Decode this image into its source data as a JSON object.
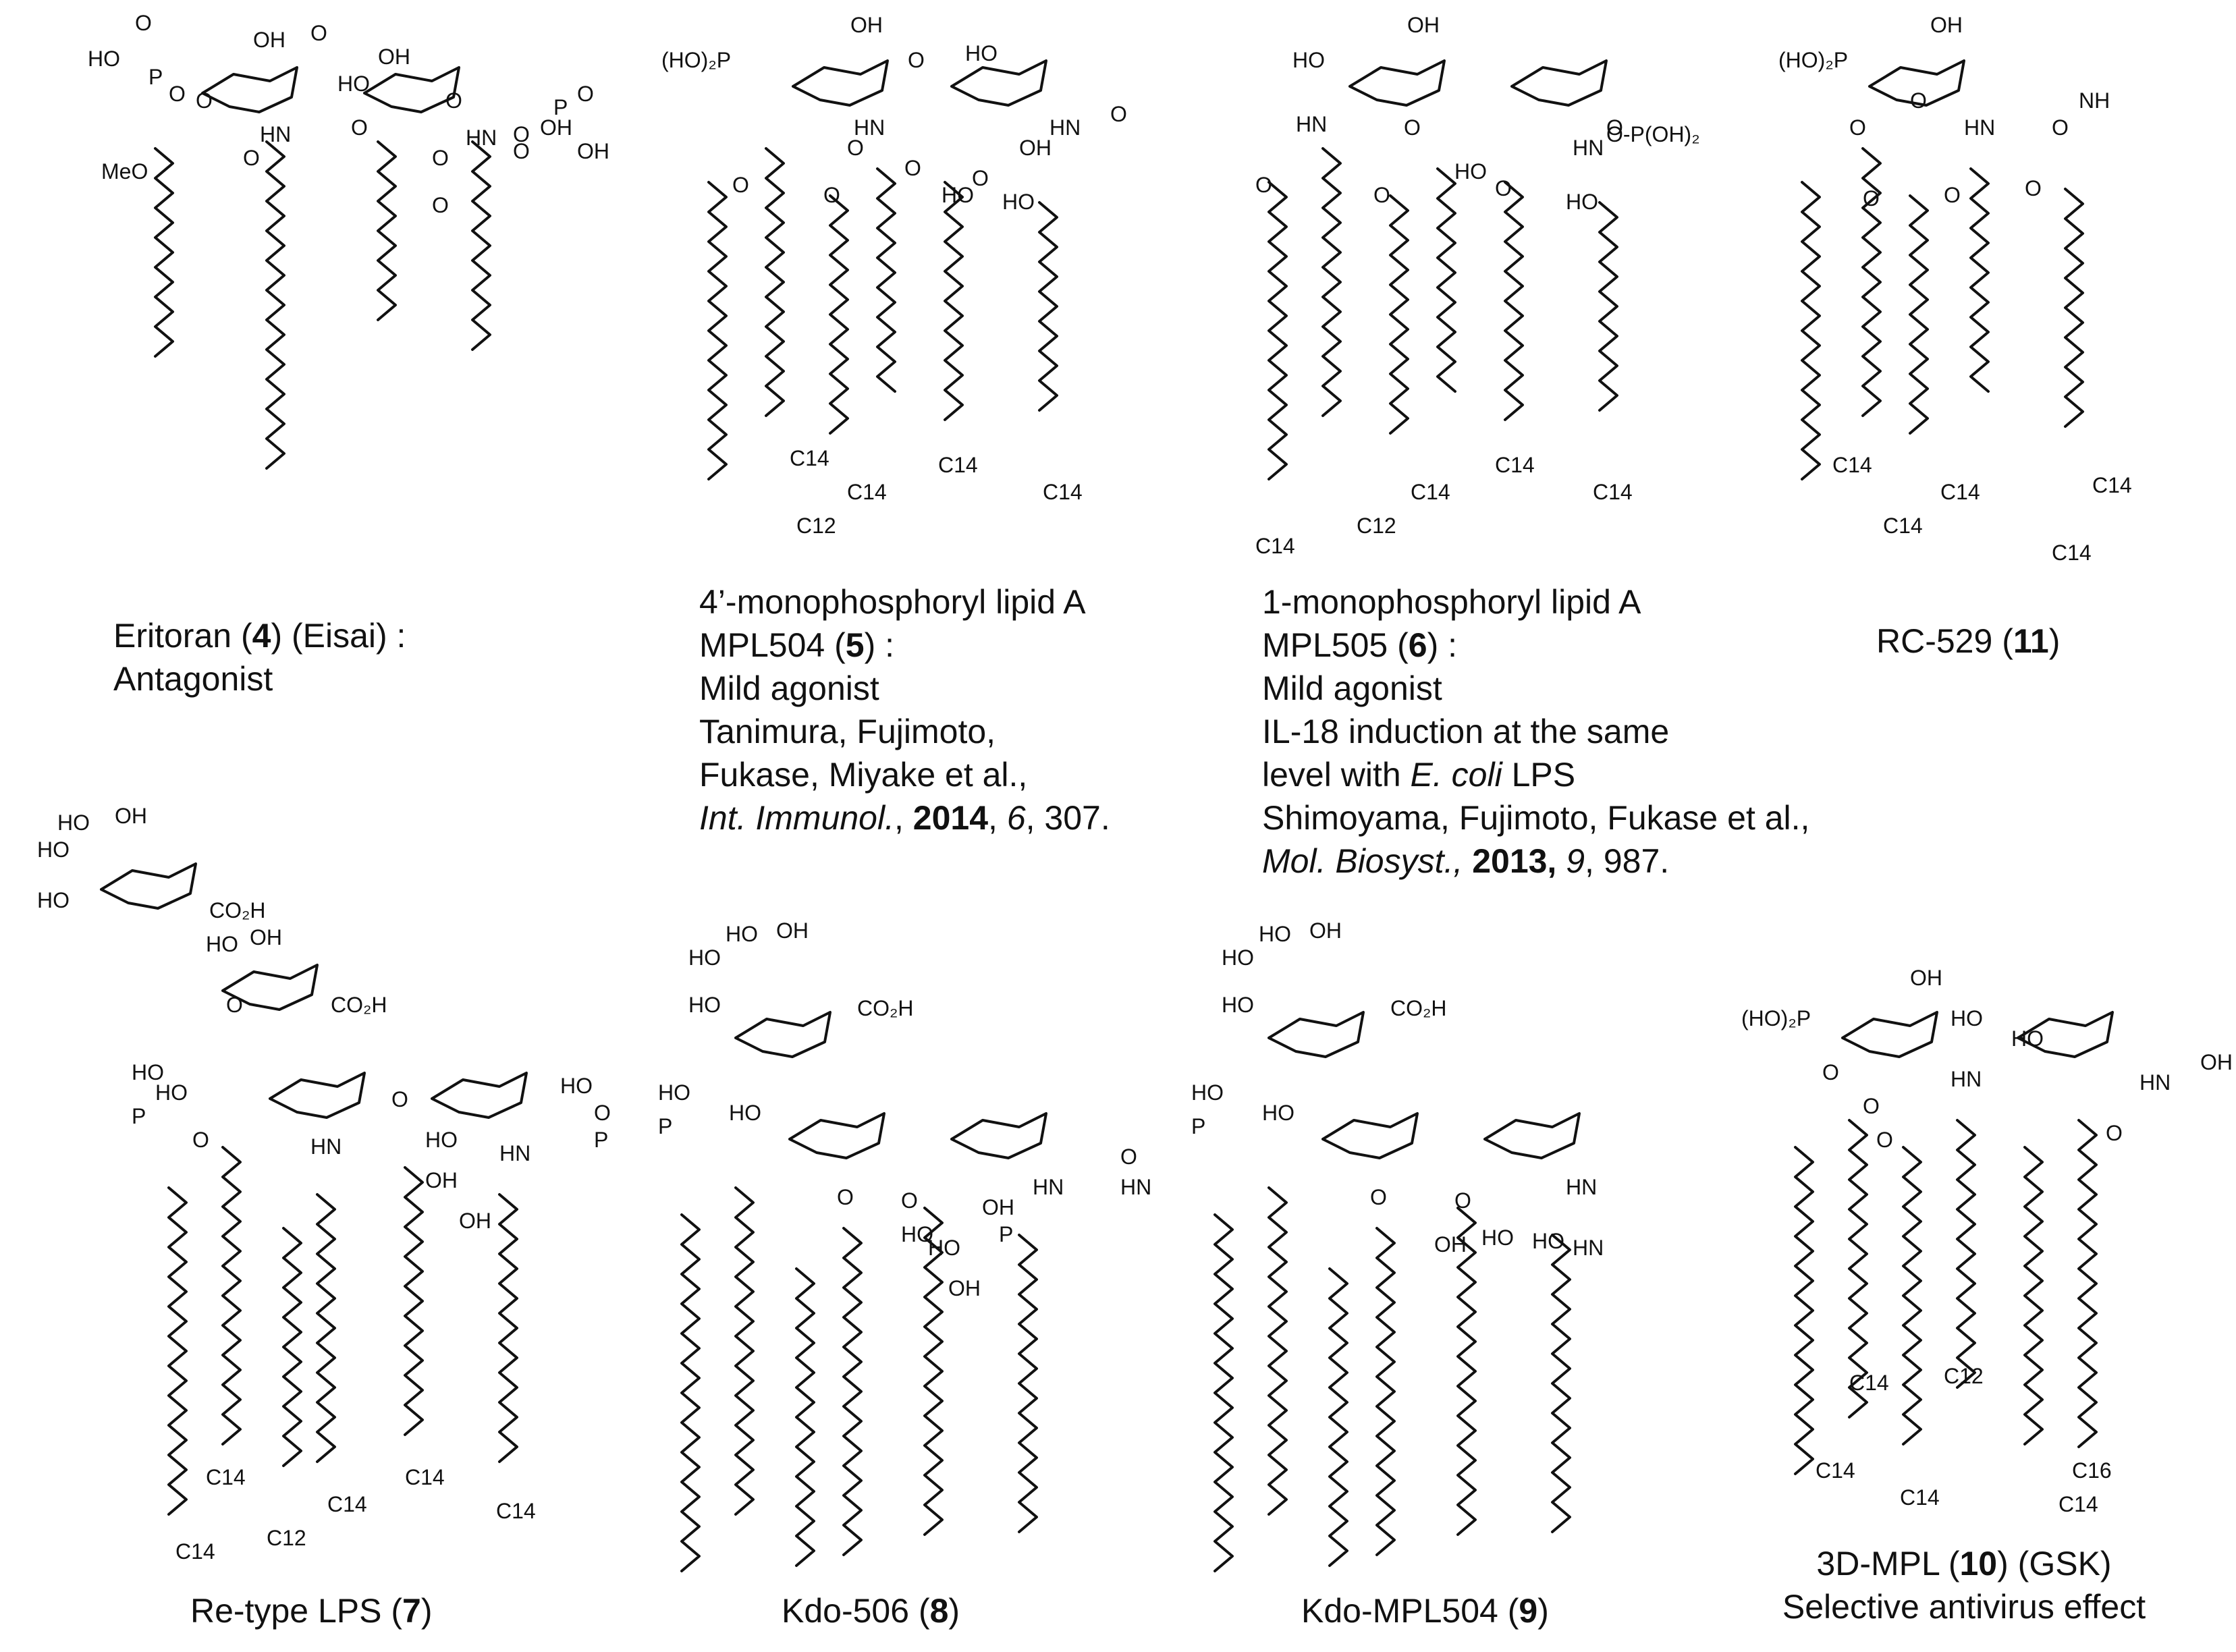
{
  "compounds": [
    {
      "id": "eritoran",
      "name": "Eritoran",
      "number": "4",
      "suffix": "(Eisai)  :",
      "activity": "Antagonist",
      "labels": [
        "OH",
        "HO",
        "P",
        "O",
        "O",
        "O",
        "O",
        "OH",
        "HO",
        "HN",
        "O",
        "MeO",
        "O",
        "O",
        "O",
        "HN",
        "O",
        "O",
        "O",
        "OH",
        "OH",
        "P",
        "O"
      ]
    },
    {
      "id": "mpl504",
      "line1": "4’-monophosphoryl lipid A",
      "name": "MPL504",
      "number": "5",
      "suffix": " :",
      "activity": "Mild agonist",
      "ref_authors_1": "Tanimura, Fujimoto,",
      "ref_authors_2": "Fukase, Miyake et al.,",
      "ref_journal": "Int. Immunol.",
      "ref_year": "2014",
      "ref_volume": "6",
      "ref_page": ", 307.",
      "chain_labels": [
        "C14",
        "C12",
        "C14",
        "C14",
        "C14"
      ],
      "labels": [
        "(HO)₂P",
        "OH",
        "HO",
        "O",
        "HN",
        "O",
        "O",
        "O",
        "HN",
        "O",
        "O",
        "OH",
        "O",
        "HO",
        "HO"
      ]
    },
    {
      "id": "mpl505",
      "line1": "1-monophosphoryl lipid A",
      "name": "MPL505",
      "number": "6",
      "suffix": " :",
      "activity": "Mild agonist",
      "note1": "IL-18 induction at the same",
      "note2_pre": "level with ",
      "note2_italic": "E. coli",
      "note2_post": " LPS",
      "ref_authors": "Shimoyama, Fujimoto, Fukase et al.,",
      "ref_journal": "Mol. Biosyst.,",
      "ref_year": "2013,",
      "ref_volume": "9",
      "ref_page": ", 987.",
      "chain_labels": [
        "C14",
        "C12",
        "C14",
        "C14",
        "C14"
      ],
      "labels": [
        "OH",
        "HO",
        "O",
        "HN",
        "O",
        "O",
        "O",
        "HN",
        "O-P(OH)₂",
        "O",
        "HO",
        "HO"
      ]
    },
    {
      "id": "rc529",
      "name": "RC-529",
      "number": "11",
      "chain_labels": [
        "C14",
        "C14",
        "C14",
        "C14",
        "C14"
      ],
      "labels": [
        "(HO)₂P",
        "OH",
        "O",
        "HN",
        "O",
        "O",
        "NH",
        "O",
        "O",
        "O"
      ]
    },
    {
      "id": "retype",
      "name": "Re-type LPS",
      "number": "7",
      "chain_labels": [
        "C14",
        "C12",
        "C14",
        "C14",
        "C14",
        "C14"
      ],
      "labels": [
        "HO",
        "OH",
        "HO",
        "HO",
        "CO₂H",
        "HO",
        "OH",
        "O",
        "CO₂H",
        "HO",
        "P",
        "HO",
        "O",
        "HN",
        "O",
        "HN",
        "O",
        "P",
        "OH",
        "OH",
        "HO",
        "HO"
      ]
    },
    {
      "id": "kdo506",
      "name": "Kdo-506",
      "number": "8",
      "labels": [
        "HO",
        "OH",
        "HO",
        "HO",
        "CO₂H",
        "HO",
        "P",
        "HO",
        "O",
        "HN",
        "O",
        "HN",
        "O",
        "P",
        "OH",
        "OH",
        "HO",
        "HO"
      ]
    },
    {
      "id": "kdompl504",
      "name": "Kdo-MPL504",
      "number": "9",
      "labels": [
        "HO",
        "OH",
        "HO",
        "HO",
        "CO₂H",
        "HO",
        "P",
        "HO",
        "O",
        "HN",
        "O",
        "HN",
        "OH",
        "HO",
        "HO"
      ]
    },
    {
      "id": "3dmpl",
      "name": "3D-MPL",
      "number": "10",
      "suffix": "(GSK)",
      "activity": "Selective antivirus effect",
      "chain_labels": [
        "C14",
        "C12",
        "C14",
        "C14",
        "C16",
        "C14"
      ],
      "labels": [
        "(HO)₂P",
        "OH",
        "HO",
        "HO",
        "HN",
        "HN",
        "OH",
        "O",
        "O",
        "O",
        "O"
      ]
    }
  ]
}
